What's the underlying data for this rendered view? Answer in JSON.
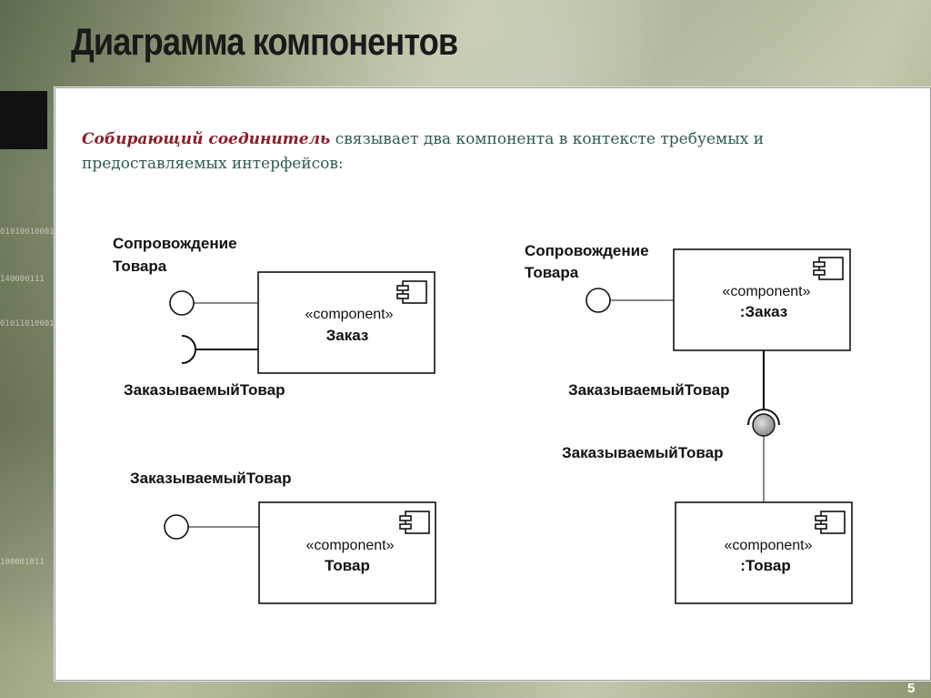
{
  "title": "Диаграмма компонентов",
  "intro": {
    "emphasis": "Собирающий соединитель",
    "rest": " связывает два компонента в контексте требуемых и предоставляемых интерфейсов:"
  },
  "diagram": {
    "top_left": {
      "provided_label_line1": "Сопровождение",
      "provided_label_line2": "Товара",
      "stereotype": "«component»",
      "name": "Заказ",
      "required_label": "ЗаказываемыйТовар"
    },
    "bottom_left": {
      "provided_label": "ЗаказываемыйТовар",
      "stereotype": "«component»",
      "name": "Товар"
    },
    "top_right": {
      "provided_label_line1": "Сопровождение",
      "provided_label_line2": "Товара",
      "stereotype": "«component»",
      "name": ":Заказ"
    },
    "assembly": {
      "required_label": "ЗаказываемыйТовар",
      "provided_label": "ЗаказываемыйТовар"
    },
    "bottom_right": {
      "stereotype": "«component»",
      "name": ":Товар"
    }
  },
  "binary_strips": [
    "01010010001",
    "140000111",
    "01011010001",
    "100001011"
  ],
  "page_number": "5"
}
